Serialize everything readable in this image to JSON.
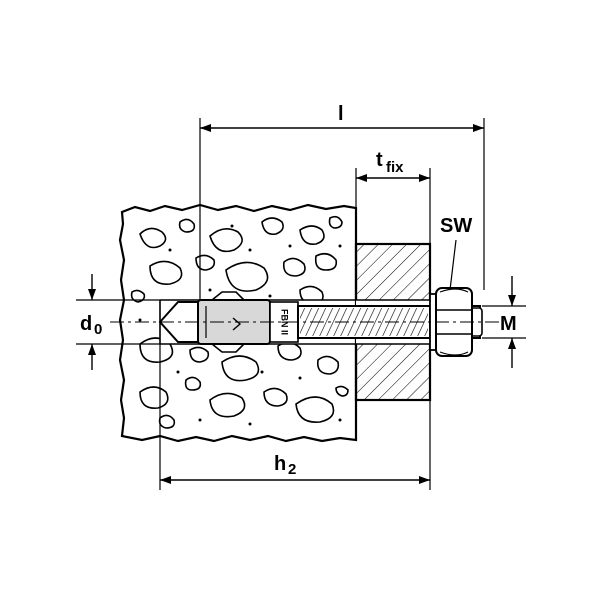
{
  "labels": {
    "l": "l",
    "t_main": "t",
    "t_sub": "fix",
    "sw": "SW",
    "d_main": "d",
    "d_sub": "0",
    "m": "M",
    "h_main": "h",
    "h_sub": "2"
  },
  "anchor_text": "FBN II",
  "colors": {
    "line": "#000000",
    "concrete": "#ffffff",
    "fixture_fill": "#f2f2f2",
    "metal": "#d8d8d8"
  }
}
